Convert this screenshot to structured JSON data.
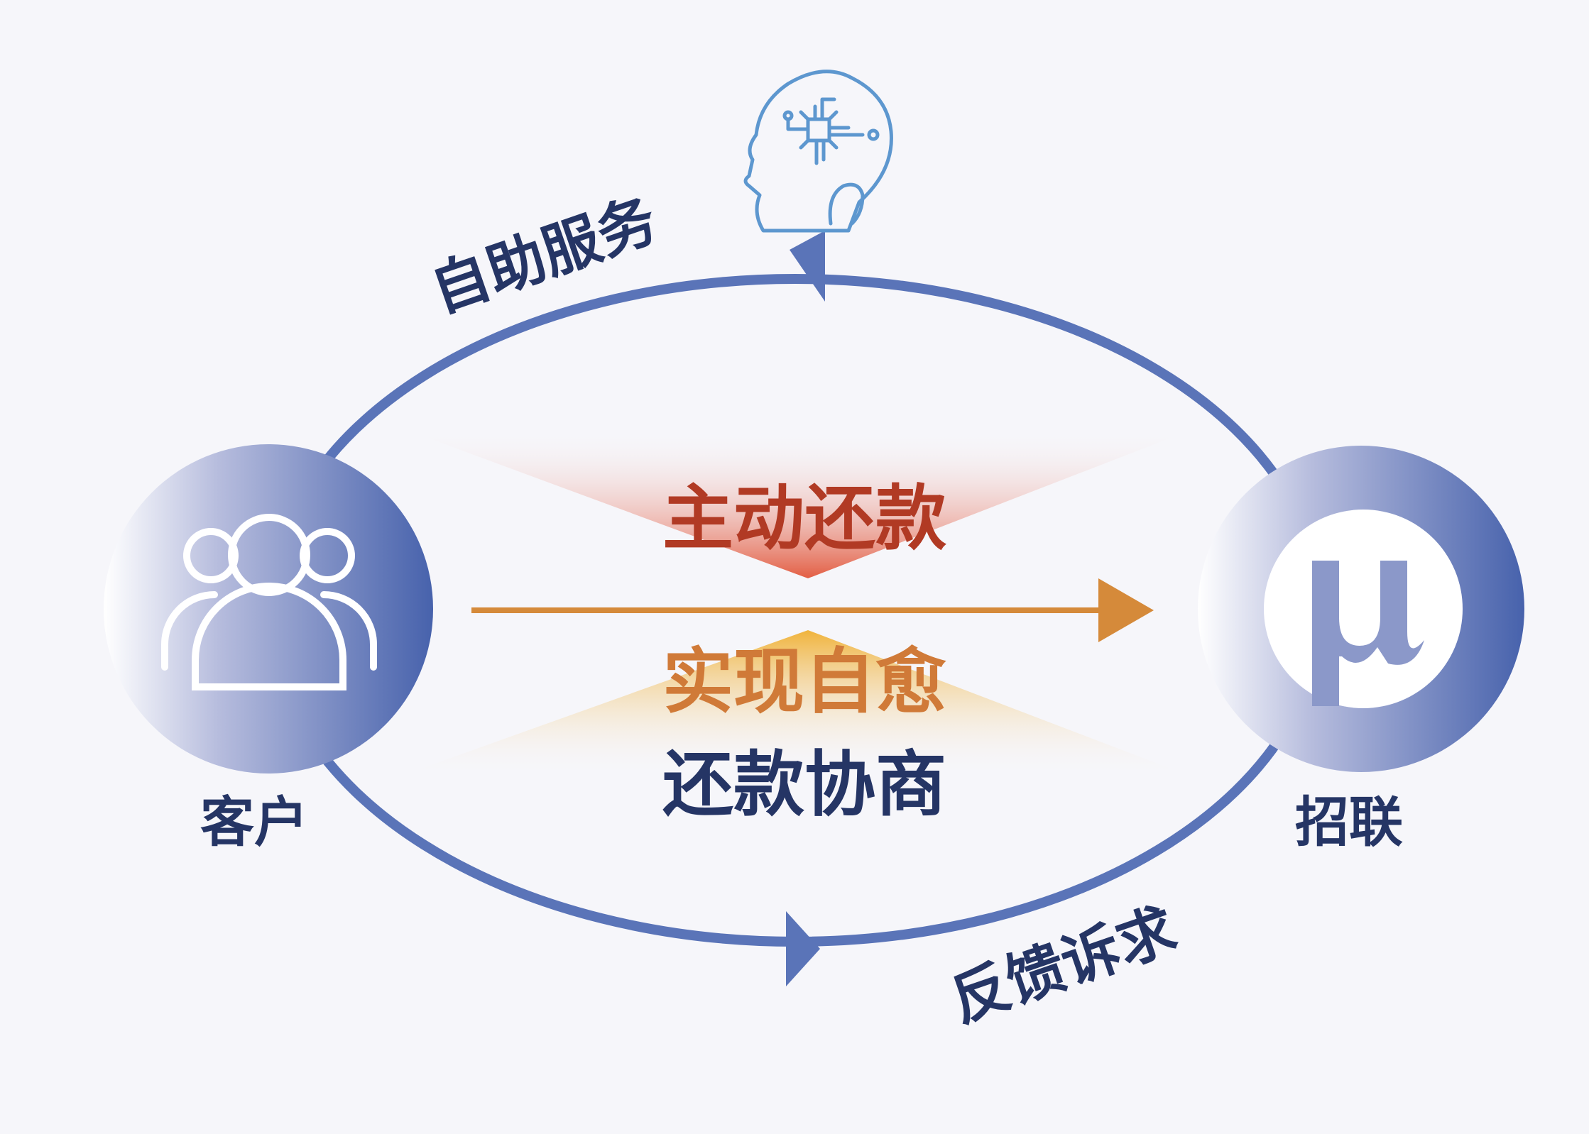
{
  "labels": {
    "self_service": "自助服务",
    "feedback": "反馈诉求",
    "customer": "客户",
    "zhaolian": "招联",
    "active_repay": "主动还款",
    "self_heal": "实现自愈",
    "negotiate": "还款协商"
  },
  "colors": {
    "ring": "#5a74b8",
    "dark_navy": "#253565",
    "red": "#b13a24",
    "orange": "#d58a3a",
    "ai_blue": "#5d97cf",
    "circle_dark": "#4b66ad"
  },
  "icons": {
    "ai": "ai-head-chip-icon",
    "customer": "users-group-icon",
    "zhaolian": "zhaolian-mu-logo"
  }
}
